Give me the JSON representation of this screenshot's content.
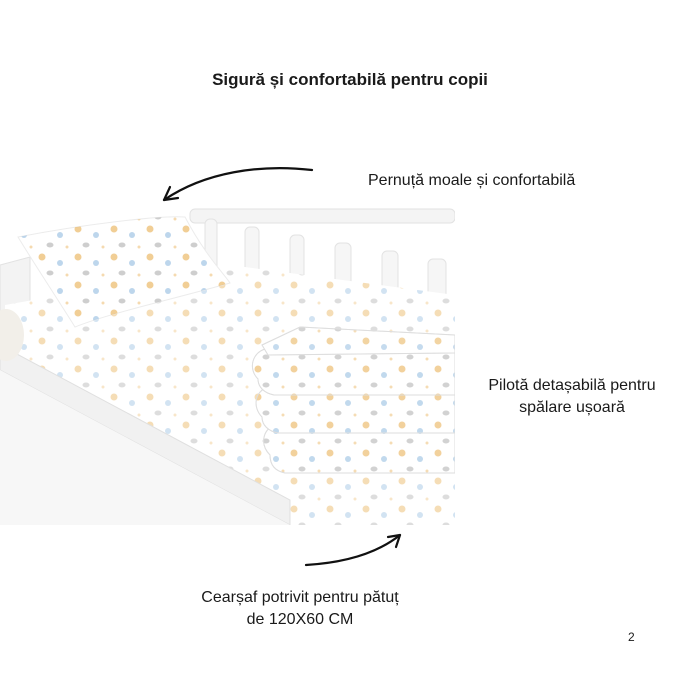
{
  "title": "Sigură și confortabilă pentru copii",
  "captions": {
    "pillow": "Pernuță moale și confortabilă",
    "quilt_line1": "Pilotă detașabilă pentru",
    "quilt_line2": "spălare ușoară",
    "sheet_line1": "Cearșaf potrivit pentru pătuț",
    "sheet_line2": "de 120X60 CM"
  },
  "page_number": "2",
  "colors": {
    "text": "#1a1a1a",
    "frame": "#f4f4f4",
    "print_orange": "#e9b35a",
    "print_blue": "#9fc3e3",
    "print_grey": "#a9a9a9"
  },
  "icons": [
    "curved-arrow-icon"
  ]
}
